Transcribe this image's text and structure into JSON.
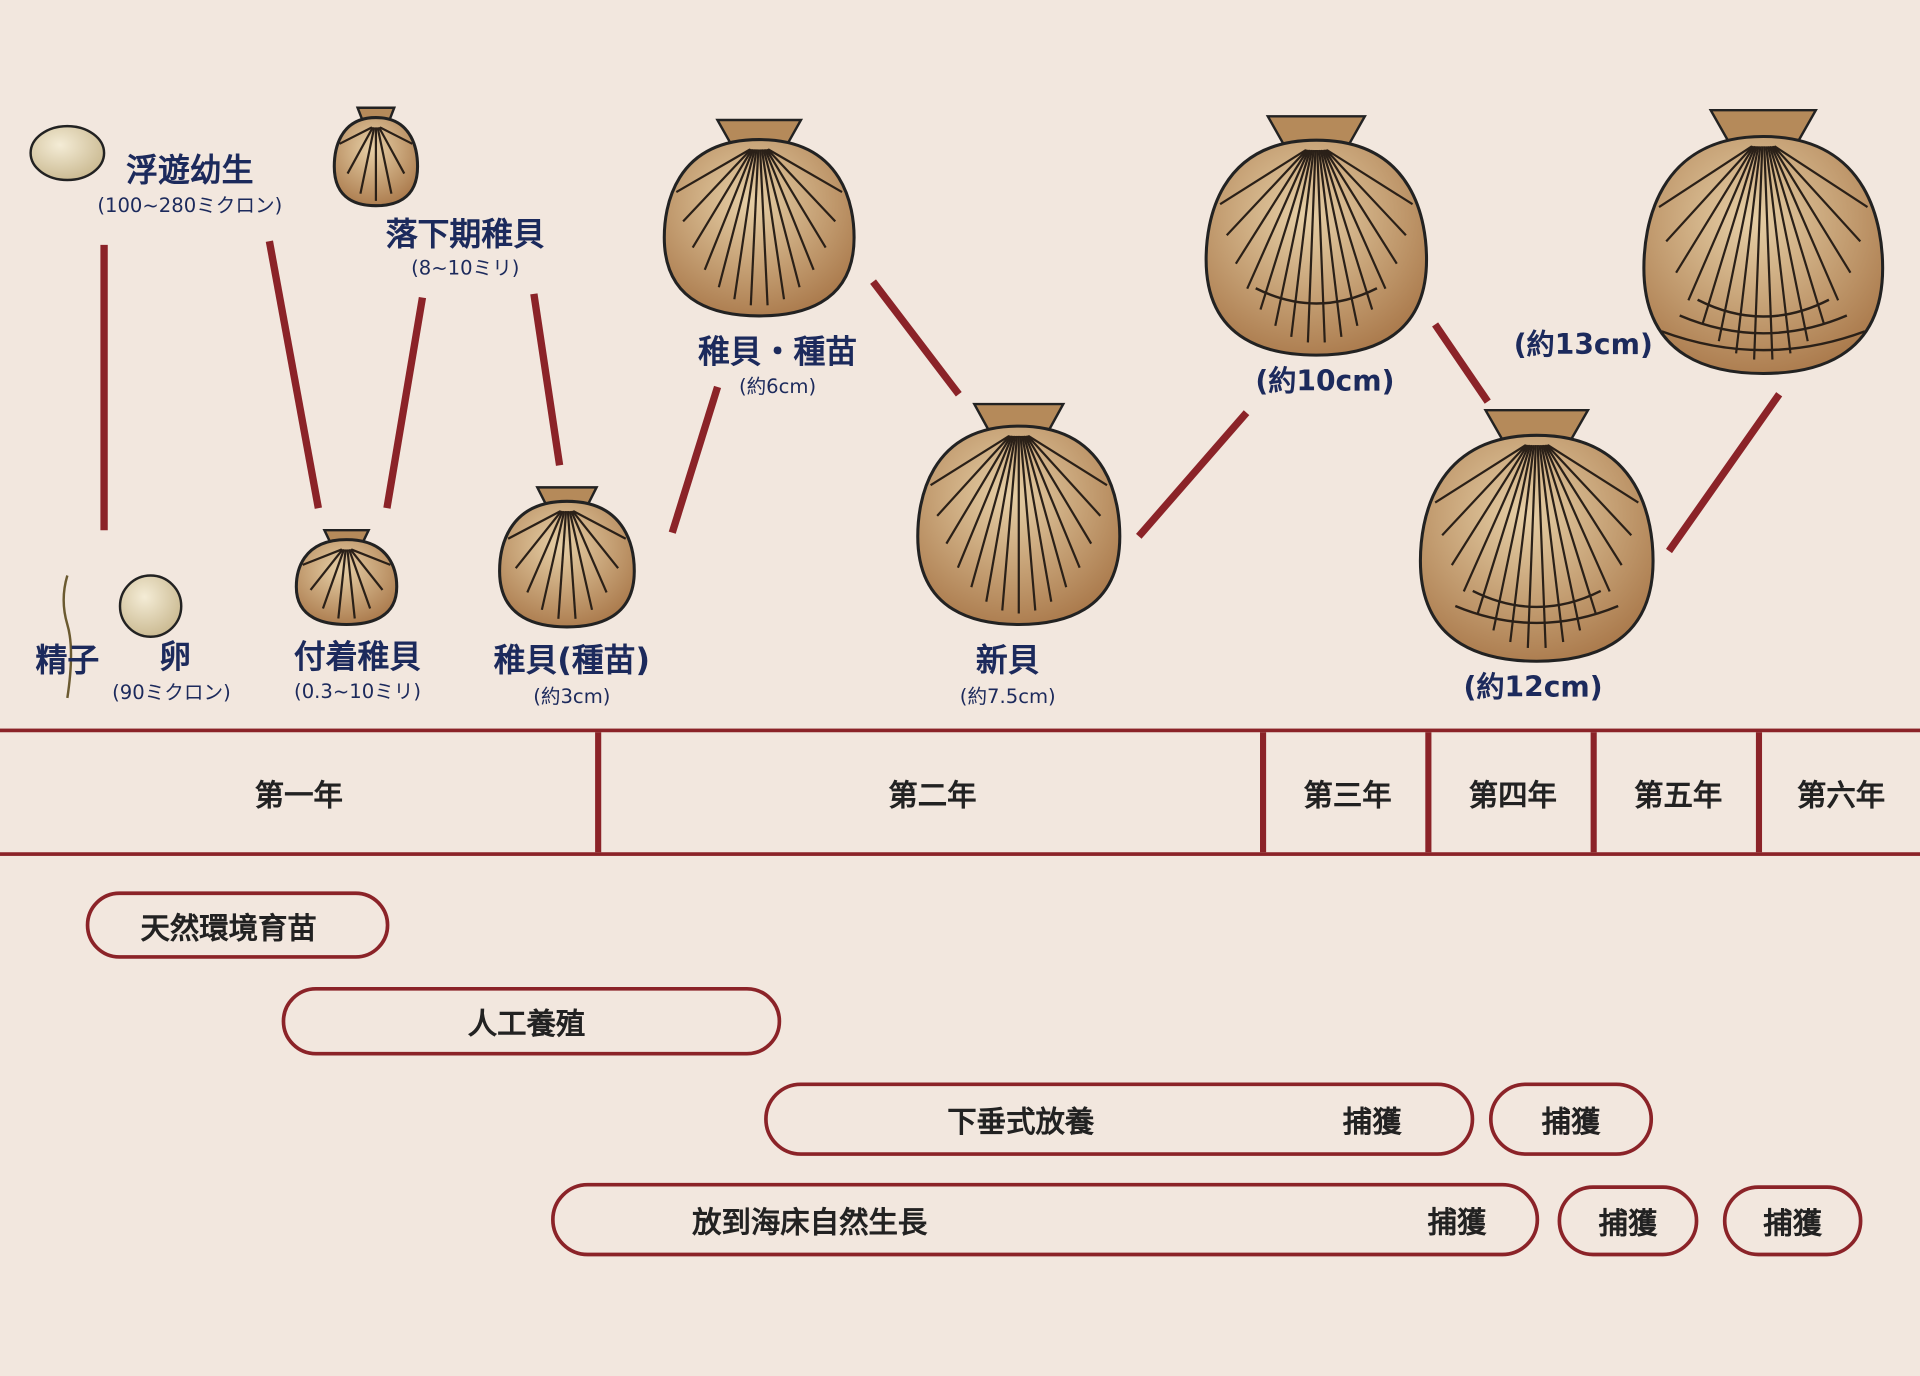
{
  "colors": {
    "background": "#f2e7de",
    "accent": "#8b2328",
    "label": "#1c2a5c"
  },
  "stages": {
    "planktonic_larva": {
      "name": "浮遊幼生",
      "size": "(100~280ミクロン)"
    },
    "settling_juvenile": {
      "name": "落下期稚貝",
      "size": "(8~10ミリ)"
    },
    "sperm": {
      "name": "精子"
    },
    "egg": {
      "name": "卵",
      "size": "(90ミクロン)"
    },
    "attached_juvenile": {
      "name": "付着稚貝",
      "size": "(0.3~10ミリ)"
    },
    "juvenile_seed": {
      "name": "稚貝(種苗)",
      "size": "(約3cm)"
    },
    "juvenile_seed_6cm": {
      "name": "稚貝・種苗",
      "size": "(約6cm)"
    },
    "new_shell": {
      "name": "新貝",
      "size": "(約7.5cm)"
    },
    "year3_size": "(約10cm)",
    "year4_size": "(約12cm)",
    "year5_size": "(約13cm)"
  },
  "years": [
    "第一年",
    "第二年",
    "第三年",
    "第四年",
    "第五年",
    "第六年"
  ],
  "methods": {
    "natural": "天然環境育苗",
    "artificial": "人工養殖",
    "hanging": "下垂式放養",
    "seabed": "放到海床自然生長",
    "harvest": "捕獲"
  }
}
